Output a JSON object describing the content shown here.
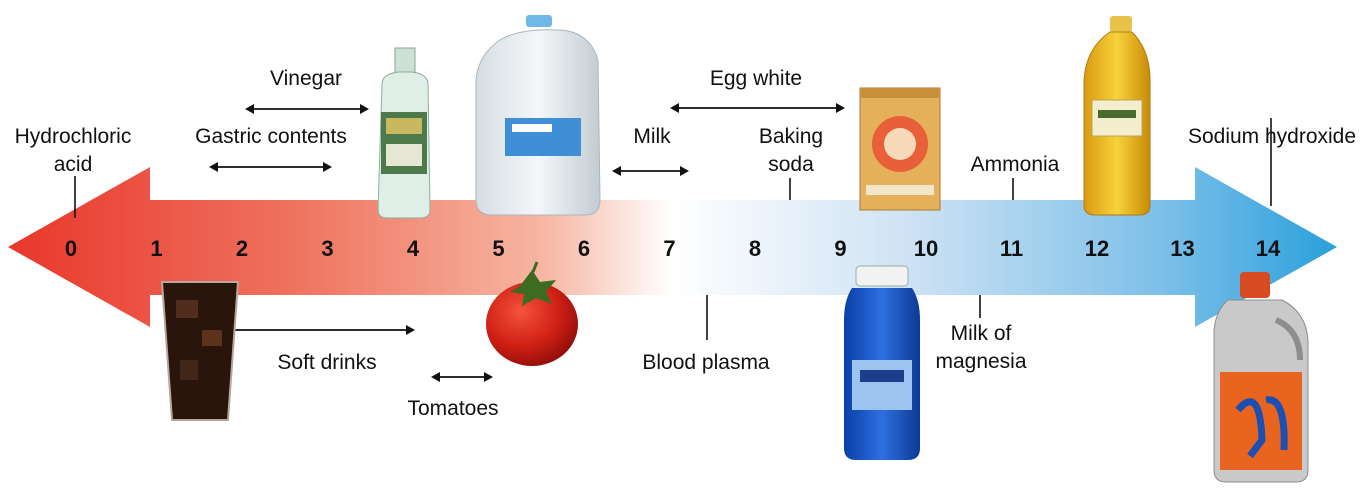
{
  "scale": {
    "ticks": [
      "0",
      "1",
      "2",
      "3",
      "4",
      "5",
      "6",
      "7",
      "8",
      "9",
      "10",
      "11",
      "12",
      "13",
      "14"
    ],
    "colors": {
      "acid": "#e8352a",
      "neutral": "#ffffff",
      "base": "#1a9ad9"
    }
  },
  "labels": {
    "hydrochloric_line1": "Hydrochloric",
    "hydrochloric_line2": "acid",
    "vinegar": "Vinegar",
    "gastric": "Gastric contents",
    "egg_white": "Egg white",
    "milk": "Milk",
    "baking_line1": "Baking",
    "baking_line2": "soda",
    "ammonia": "Ammonia",
    "sodium_hydroxide": "Sodium hydroxide",
    "soft_drinks": "Soft drinks",
    "tomatoes": "Tomatoes",
    "blood_plasma": "Blood plasma",
    "magnesia_line1": "Milk of",
    "magnesia_line2": "magnesia"
  },
  "pictures": [
    "vinegar-bottle",
    "milk-jug",
    "baking-soda-box",
    "ammonia-bottle",
    "soda-glass",
    "tomato",
    "milk-of-magnesia-bottle",
    "drain-cleaner-jug"
  ]
}
